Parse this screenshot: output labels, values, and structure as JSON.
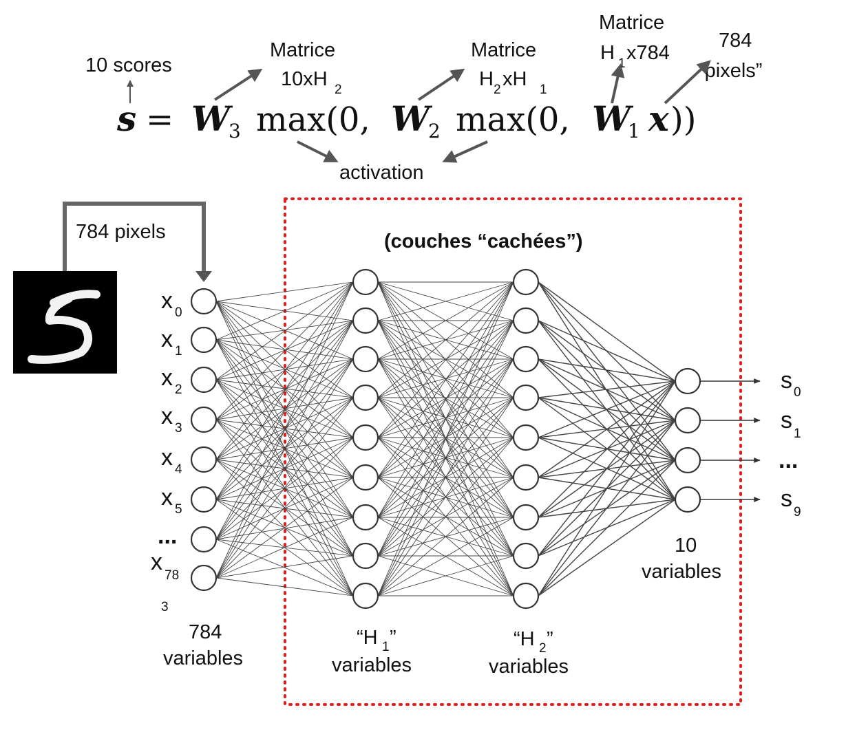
{
  "equation": {
    "s": "s",
    "eq": "=",
    "w3": "W",
    "w3_sub": "3",
    "max1": "max(0,",
    "w2": "W",
    "w2_sub": "2",
    "max2": "max(0,",
    "w1": "W",
    "w1_sub": "1",
    "x": "x",
    "close": "))"
  },
  "annotations": {
    "scores": "10 scores",
    "m1_line1": "Matrice",
    "m1_line2": "10xH",
    "m1_sub": "2",
    "m2_line1": "Matrice",
    "m2_a": "H",
    "m2_a_sub": "2",
    "m2_b": "xH",
    "m2_b_sub": "1",
    "m3_line1": "Matrice",
    "m3_a": "H",
    "m3_sub": "1",
    "m3_b": "x784",
    "px_line1": "784",
    "px_line2": "“pixels”",
    "activation": "activation"
  },
  "input_image": {
    "digit": "5",
    "arrow_label": "784 pixels"
  },
  "hidden_title": "(couches “cachées”)",
  "inputs": {
    "labels": [
      {
        "main": "x",
        "sub": "0"
      },
      {
        "main": "x",
        "sub": "1"
      },
      {
        "main": "x",
        "sub": "2"
      },
      {
        "main": "x",
        "sub": "3"
      },
      {
        "main": "x",
        "sub": "4"
      },
      {
        "main": "x",
        "sub": "5"
      }
    ],
    "ellipsis": "...",
    "last": "x",
    "last_sub_a": "78",
    "last_sub_b": "3",
    "caption_1": "784",
    "caption_2": "variables"
  },
  "h1": {
    "caption_a": "“H",
    "caption_sub": "1",
    "caption_b": "”",
    "caption_2": "variables"
  },
  "h2": {
    "caption_a": "“H",
    "caption_sub": "2",
    "caption_b": "”",
    "caption_2": "variables"
  },
  "outputs": {
    "labels": [
      {
        "main": "s",
        "sub": "0"
      },
      {
        "main": "s",
        "sub": "1"
      },
      {
        "main": "...",
        "sub": ""
      },
      {
        "main": "s",
        "sub": "9"
      }
    ],
    "caption_1": "10",
    "caption_2": "variables"
  },
  "colors": {
    "box_border": "#e01e1e",
    "arrow": "#555555",
    "edge": "#444444"
  }
}
